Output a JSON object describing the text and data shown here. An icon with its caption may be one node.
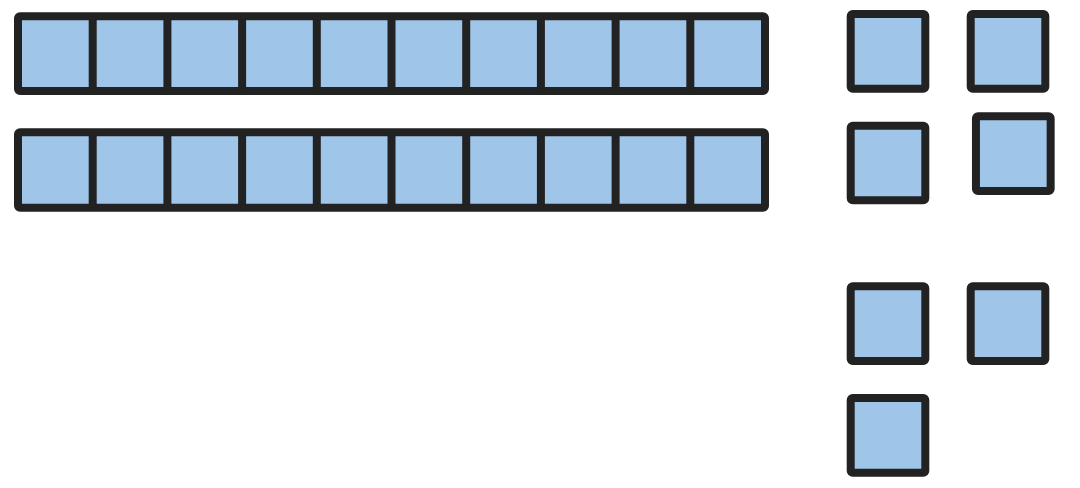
{
  "diagram": {
    "nodes": [
      {
        "text": [],
        "shape": "bar"
      },
      {
        "text": [],
        "shape": "bar"
      },
      {
        "text": [],
        "shape": "box"
      },
      {
        "text": [],
        "shape": "box"
      },
      {
        "text": [],
        "shape": "box"
      },
      {
        "text": [],
        "shape": "box"
      },
      {
        "text": [],
        "shape": "box"
      },
      {
        "text": [],
        "shape": "box"
      },
      {
        "text": [],
        "shape": "box"
      }
    ]
  }
}
